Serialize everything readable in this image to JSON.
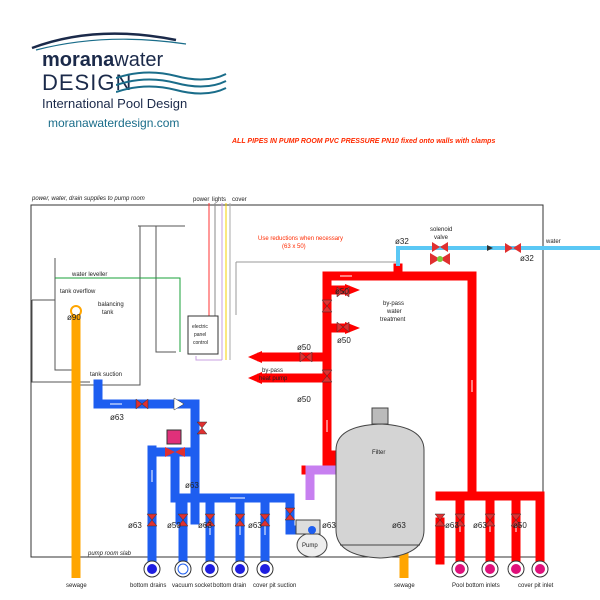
{
  "logo": {
    "brand_bold": "morana",
    "brand_light": "water",
    "design": "DESIGN",
    "subtitle": "International Pool Design",
    "url": "moranawaterdesign.com"
  },
  "header_note": "ALL PIPES IN PUMP ROOM PVC  PRESSURE PN10 fixed onto walls with clamps",
  "labels": {
    "supplies": "power, water, drain supplies to pump room",
    "power": "power",
    "lights": "lights",
    "cover": "cover",
    "reductions_1": "Use reductions when necessary",
    "reductions_2": "(63 x 50)",
    "water": "water",
    "water_leveller": "water leveller",
    "tank_overflow": "tank overflow",
    "balancing_tank_1": "balancing",
    "balancing_tank_2": "tank",
    "electric_panel_1": "electric",
    "electric_panel_2": "panel",
    "electric_panel_3": "control",
    "tank_suction": "tank suction",
    "solenoid_1": "solenoid",
    "solenoid_2": "valve",
    "bypass_water_1": "by-pass",
    "bypass_water_2": "water",
    "bypass_water_3": "treatment",
    "bypass_heat_1": "by-pass",
    "bypass_heat_2": "heat pump",
    "filter": "Filter",
    "pump": "Pump",
    "pump_room_slab": "pump room slab",
    "sewage_left": "sewage",
    "sewage_right": "sewage",
    "bottom_drains": "bottom drains",
    "vacuum_socket": "vacuum socket",
    "bottom_drain": "bottom drain",
    "cover_pit_suction": "cover pit suction",
    "pool_bottom_inlets": "Pool bottom inlets",
    "cover_pit_inlet": "cover pit inlet"
  },
  "dims": {
    "d90": "ø90",
    "d63_tank": "ø63",
    "d63_mid": "ø63",
    "d63_a": "ø63",
    "d50_b": "ø50",
    "d63_c": "ø63",
    "d63_d": "ø63",
    "d63_pump": "ø63",
    "d63_sewage": "ø63",
    "d63_e": "ø63",
    "d63_f": "ø63",
    "d50_g": "ø50",
    "d32_a": "ø32",
    "d32_b": "ø32",
    "d50_1": "ø50",
    "d50_2": "ø50",
    "d50_3": "ø50",
    "d50_4": "ø50"
  },
  "colors": {
    "suction": "#1e5ef0",
    "return": "#ff0000",
    "overflow": "#ffa500",
    "fresh_water": "#5bc8f5",
    "pump_link": "#c77ff0",
    "valve": "#e03030",
    "outline": "#222222"
  }
}
